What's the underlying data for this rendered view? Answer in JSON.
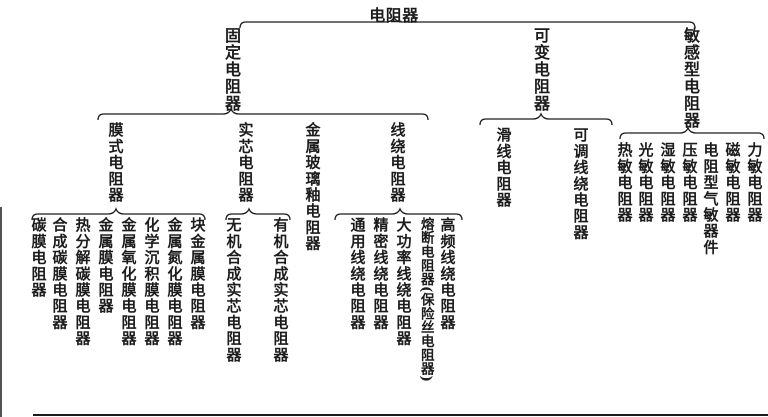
{
  "diagram": {
    "root": {
      "id": "resistor",
      "label": "电阻器"
    },
    "branches": [
      {
        "id": "fixed-resistor",
        "label": "固定电阻器",
        "children": [
          {
            "id": "film-resistor",
            "label": "膜式电阻器",
            "children": [
              {
                "id": "carbon-film-resistor",
                "label": "碳膜电阻器",
                "children": []
              },
              {
                "id": "synthetic-carbon-film-resistor",
                "label": "合成碳膜电阻器",
                "children": []
              },
              {
                "id": "pyrolytic-carbon-film-resistor",
                "label": "热分解碳膜电阻器",
                "children": []
              },
              {
                "id": "metal-film-resistor",
                "label": "金属膜电阻器",
                "children": []
              },
              {
                "id": "metal-oxide-film-resistor",
                "label": "金属氧化膜电阻器",
                "children": []
              },
              {
                "id": "chemical-deposition-film-resistor",
                "label": "化学沉积膜电阻器",
                "children": []
              },
              {
                "id": "metal-nitride-film-resistor",
                "label": "金属氮化膜电阻器",
                "children": []
              },
              {
                "id": "bulk-metal-film-resistor",
                "label": "块金属膜电阻器",
                "children": []
              }
            ]
          },
          {
            "id": "solid-core-resistor",
            "label": "实芯电阻器",
            "children": [
              {
                "id": "inorganic-solid-core-resistor",
                "label": "无机合成实芯电阻器",
                "children": []
              },
              {
                "id": "organic-solid-core-resistor",
                "label": "有机合成实芯电阻器",
                "children": []
              }
            ]
          },
          {
            "id": "metal-glaze-resistor",
            "label": "金属玻璃釉电阻器",
            "children": []
          },
          {
            "id": "wirewound-resistor",
            "label": "线绕电阻器",
            "children": [
              {
                "id": "general-wirewound-resistor",
                "label": "通用线绕电阻器",
                "children": []
              },
              {
                "id": "precision-wirewound-resistor",
                "label": "精密线绕电阻器",
                "children": []
              },
              {
                "id": "high-power-wirewound-resistor",
                "label": "大功率线绕电阻器",
                "children": []
              },
              {
                "id": "fuse-resistor",
                "label": "熔断电阻器(保险丝电阻器)",
                "children": []
              },
              {
                "id": "high-frequency-wirewound-resistor",
                "label": "高频线绕电阻器",
                "children": []
              }
            ]
          }
        ]
      },
      {
        "id": "variable-resistor",
        "label": "可变电阻器",
        "children": [
          {
            "id": "slide-wire-resistor",
            "label": "滑线电阻器",
            "children": []
          },
          {
            "id": "adjustable-wirewound-resistor",
            "label": "可调线绕电阻器",
            "children": []
          }
        ]
      },
      {
        "id": "sensitive-resistor",
        "label": "敏感型电阻器",
        "children": [
          {
            "id": "thermistor",
            "label": "热敏电阻器",
            "children": []
          },
          {
            "id": "photo-resistor",
            "label": "光敏电阻器",
            "children": []
          },
          {
            "id": "humidity-resistor",
            "label": "湿敏电阻器",
            "children": []
          },
          {
            "id": "varistor",
            "label": "压敏电阻器",
            "children": []
          },
          {
            "id": "gas-sensitive-device",
            "label": "电阻型气敏器件",
            "children": []
          },
          {
            "id": "magneto-resistor",
            "label": "磁敏电阻器",
            "children": []
          },
          {
            "id": "force-resistor",
            "label": "力敏电阻器",
            "children": []
          }
        ]
      }
    ]
  },
  "colors": {
    "ink": "#1c1c1c",
    "background": "#ffffff"
  }
}
